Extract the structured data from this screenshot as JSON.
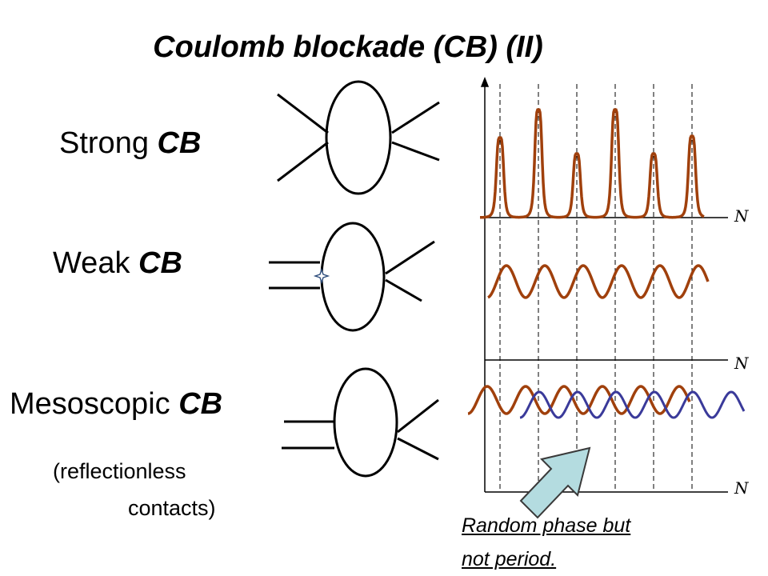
{
  "title": "Coulomb blockade (CB) (II)",
  "rows": [
    {
      "label_plain": "Strong ",
      "label_bold": "CB"
    },
    {
      "label_plain": "Weak ",
      "label_bold": "CB"
    },
    {
      "label_plain": "Mesoscopic ",
      "label_bold": "CB"
    }
  ],
  "mesoscopic_note_line1": "(reflectionless",
  "mesoscopic_note_line2": "contacts)",
  "axis_symbol": "N",
  "annotation_line1": "Random phase but",
  "annotation_line2": "not period.",
  "colors": {
    "primary_curve": "#a0400c",
    "secondary_curve": "#3a3a9a",
    "arrow_fill": "#b4dce0",
    "axis": "#000000"
  }
}
